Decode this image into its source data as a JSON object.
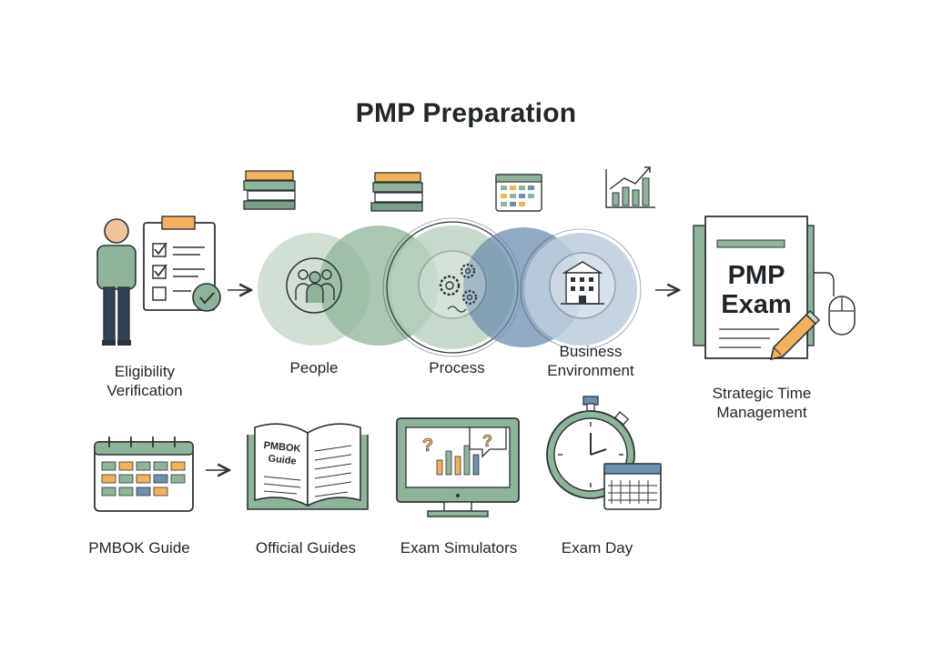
{
  "title": "PMP Preparation",
  "steps": {
    "eligibility": "Eligibility\nVerification",
    "people": "People",
    "process": "Process",
    "business_environment": "Business\nEnvironment",
    "pmp_exam_card_line1": "PMP",
    "pmp_exam_card_line2": "Exam",
    "strategic_time": "Strategic Time\nManagement"
  },
  "resources": {
    "pmbok_guide": "PMBOK Guide",
    "official_guides": "Official Guides",
    "exam_simulators": "Exam Simulators",
    "exam_day": "Exam Day",
    "book_cover_line1": "PMBOK",
    "book_cover_line2": "Guide"
  },
  "colors": {
    "sage": "#8fb49a",
    "sage_dark": "#7a9e86",
    "blue": "#6f8fae",
    "orange": "#f2b25c",
    "outline": "#2d3338",
    "skin": "#f2c29a",
    "navy": "#2f3f56"
  }
}
